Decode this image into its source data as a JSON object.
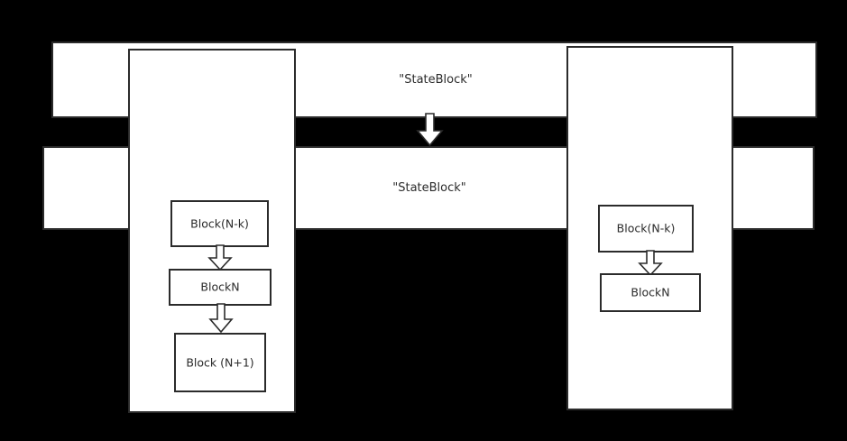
{
  "diagram": {
    "background_color": "#000000",
    "shape_fill": "#ffffff",
    "stroke_color": "#2b2b2b",
    "text_color": "#2b2b2b",
    "bands": [
      {
        "id": "band-top",
        "label": "\"StateBlock\""
      },
      {
        "id": "band-mid",
        "label": "\"StateBlock\""
      }
    ],
    "columns": [
      {
        "id": "col-left",
        "blocks": [
          {
            "id": "lblk-1",
            "label": "Block(N-k)"
          },
          {
            "id": "lblk-2",
            "label": "BlockN"
          },
          {
            "id": "lblk-3",
            "label": "Block (N+1)"
          }
        ]
      },
      {
        "id": "col-right",
        "blocks": [
          {
            "id": "rblk-1",
            "label": "Block(N-k)"
          },
          {
            "id": "rblk-2",
            "label": "BlockN"
          }
        ]
      }
    ],
    "arrows": [
      {
        "id": "band-transition-arrow",
        "direction": "down"
      },
      {
        "id": "left-arrow-1",
        "direction": "down"
      },
      {
        "id": "left-arrow-2",
        "direction": "down"
      },
      {
        "id": "right-arrow-1",
        "direction": "down"
      }
    ]
  }
}
